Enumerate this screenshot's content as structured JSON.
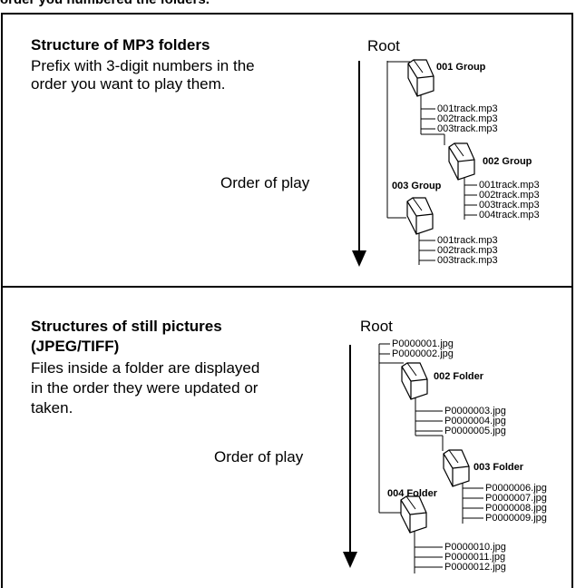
{
  "header_cut_text": "order you numbered the folders.",
  "mp3": {
    "title": "Structure of MP3 folders",
    "desc_line1": "Prefix with 3-digit numbers in the",
    "desc_line2": "order you want to play them.",
    "order_label": "Order of play",
    "root_label": "Root",
    "group1": {
      "label": "001 Group",
      "files": [
        "001track.mp3",
        "002track.mp3",
        "003track.mp3"
      ]
    },
    "group2": {
      "label": "002 Group",
      "files": [
        "001track.mp3",
        "002track.mp3",
        "003track.mp3",
        "004track.mp3"
      ]
    },
    "group3": {
      "label": "003 Group",
      "files": [
        "001track.mp3",
        "002track.mp3",
        "003track.mp3"
      ]
    }
  },
  "stills": {
    "title_line1": "Structures of still pictures",
    "title_line2": "(JPEG/TIFF)",
    "desc_line1": "Files inside a folder are displayed",
    "desc_line2": "in the order they were updated or",
    "desc_line3": "taken.",
    "order_label": "Order of play",
    "root_label": "Root",
    "root_files": [
      "P0000001.jpg",
      "P0000002.jpg"
    ],
    "folder1": {
      "label": "002 Folder",
      "files": [
        "P0000003.jpg",
        "P0000004.jpg",
        "P0000005.jpg"
      ]
    },
    "folder2": {
      "label": "003 Folder",
      "files": [
        "P0000006.jpg",
        "P0000007.jpg",
        "P0000008.jpg",
        "P0000009.jpg"
      ]
    },
    "folder3": {
      "label": "004 Folder",
      "files": [
        "P0000010.jpg",
        "P0000011.jpg",
        "P0000012.jpg"
      ]
    }
  }
}
